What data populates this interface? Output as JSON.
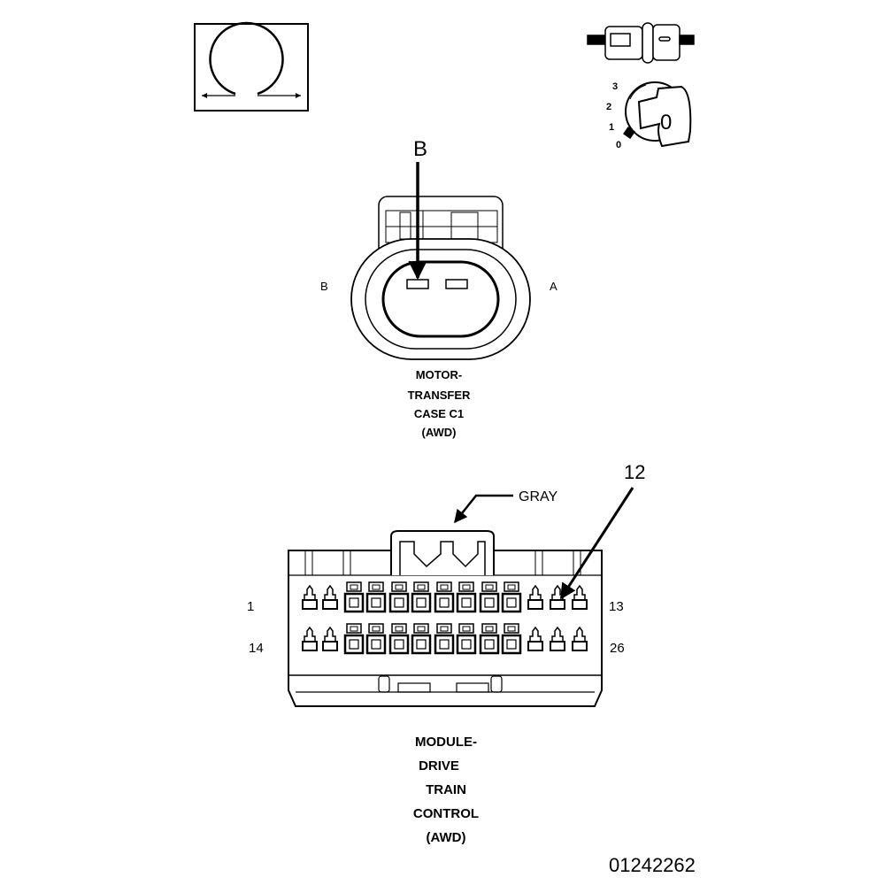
{
  "ohm_symbol": {
    "icon": "ohm-meter-icon"
  },
  "probe_icon": {
    "icon": "test-probe-icon"
  },
  "ignition_switch": {
    "icon": "ignition-key-icon",
    "positions": [
      "3",
      "2",
      "1",
      "0"
    ],
    "key_label": "0"
  },
  "connector_c1": {
    "callout": "B",
    "cavity_left": "B",
    "cavity_right": "A",
    "title_lines": [
      "MOTOR-",
      "TRANSFER",
      "CASE C1",
      "(AWD)"
    ]
  },
  "connector_dtc": {
    "color_callout": "GRAY",
    "pin_callout": "12",
    "row1_start": "1",
    "row1_end": "13",
    "row2_start": "14",
    "row2_end": "26",
    "title_lines": [
      "MODULE-",
      "DRIVE",
      "TRAIN",
      "CONTROL",
      "(AWD)"
    ]
  },
  "figure_id": "01242262"
}
